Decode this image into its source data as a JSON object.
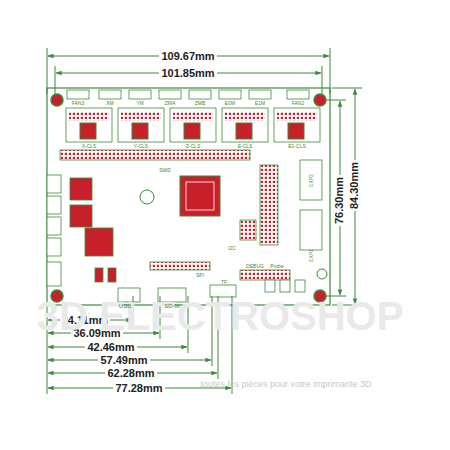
{
  "diagram": {
    "labels": [
      "109.67mm",
      "101.85mm",
      "76.30mm",
      "84.30mm",
      "24.11mm",
      "36.09mm",
      "42.46mm",
      "57.49mm",
      "62.28mm",
      "77.28mm",
      "3D ELECTROSHOP",
      "toutes les pièces pour votre imprimante 3D",
      "FAN3",
      "XM",
      "YM",
      "ZMA",
      "ZMB",
      "E0M",
      "E1M",
      "FAN2",
      "X-CLS",
      "Y-CLS",
      "Z-CLS",
      "E-CLS",
      "E1-CLS",
      "SWD",
      "I2C",
      "USB",
      "SD-M",
      "SPI",
      "EXP1",
      "EXP2",
      "TF",
      "DEBUG",
      "Probe"
    ]
  }
}
